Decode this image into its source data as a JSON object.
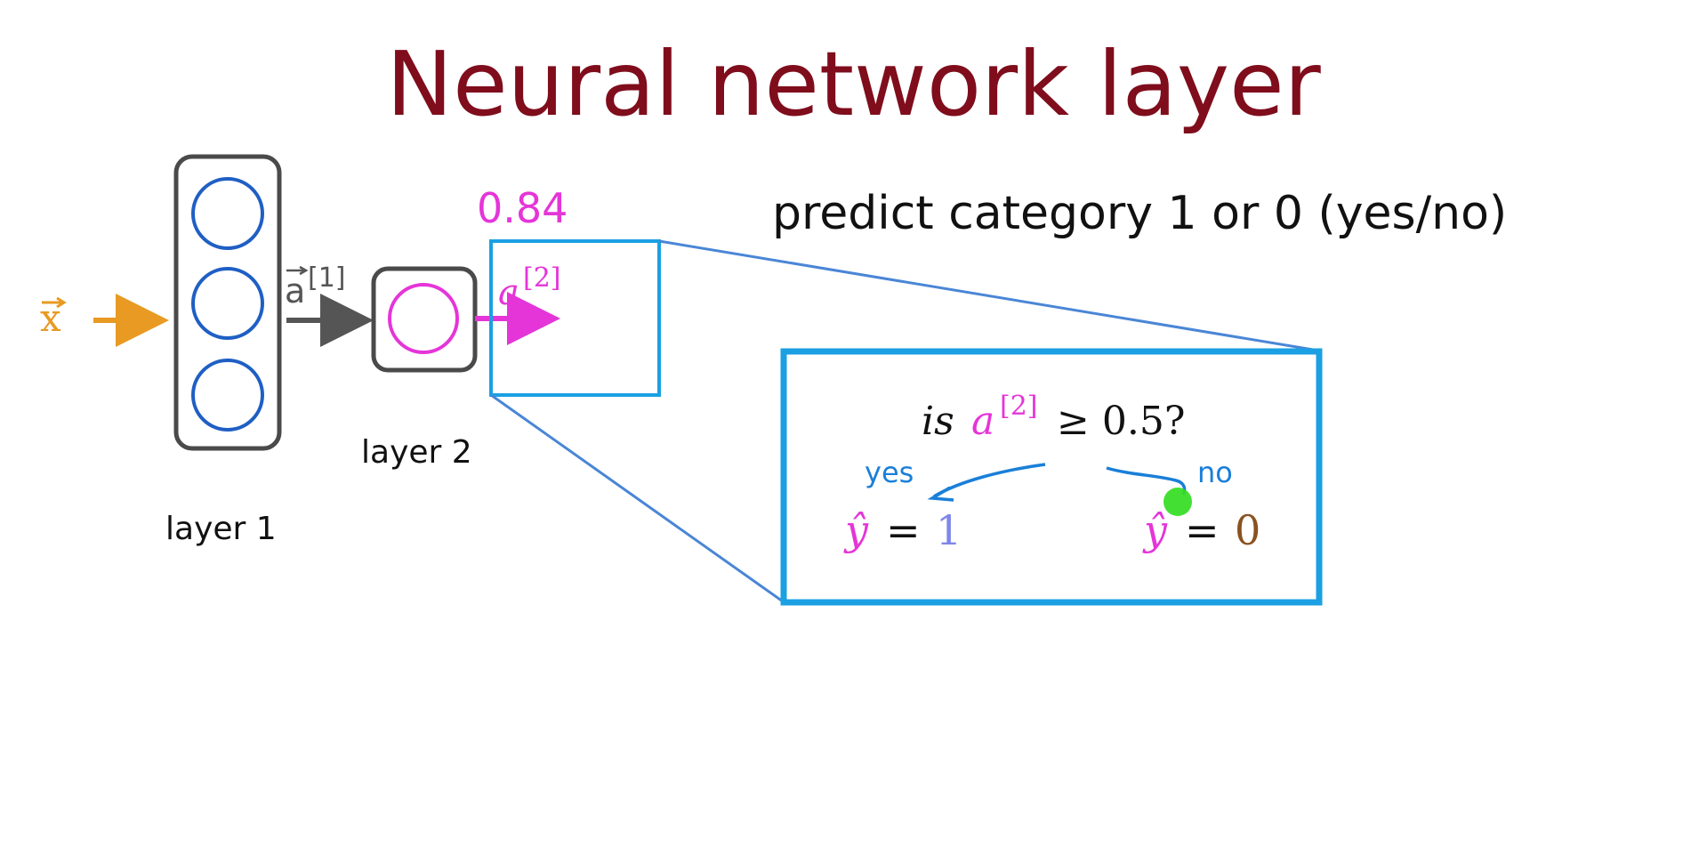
{
  "title": "Neural network layer",
  "subtitle": "predict category 1 or 0 (yes/no)",
  "layer_labels": {
    "layer1": "layer 1",
    "layer2": "layer 2"
  },
  "input": {
    "symbol": "x",
    "color": "#e89a23"
  },
  "activations": {
    "a1": {
      "symbol": "a",
      "superscript": "[1]",
      "color": "#555555"
    },
    "a2": {
      "symbol": "a",
      "superscript": "[2]",
      "color": "#e535d8"
    }
  },
  "output_value": "0.84",
  "question": {
    "prefix": "is",
    "symbol": "a",
    "superscript": "[2]",
    "relation": "≥ 0.5?"
  },
  "branches": {
    "yes": {
      "label": "yes",
      "result_symbol": "ŷ",
      "equals": "=",
      "value": "1",
      "value_color": "#7f86e8"
    },
    "no": {
      "label": "no",
      "result_symbol": "ŷ",
      "equals": "=",
      "value": "0",
      "value_color": "#8a5220"
    }
  },
  "colors": {
    "title": "#7f0d1c",
    "neuron_blue": "#1f5fc4",
    "neuron_magenta": "#e535d8",
    "box_gray": "#4a4a4a",
    "highlight_box": "#1ba0e3",
    "zoom_lines": "#4a86d6",
    "annotation_blue": "#1a7fd8",
    "cursor_green": "#33dd22"
  }
}
